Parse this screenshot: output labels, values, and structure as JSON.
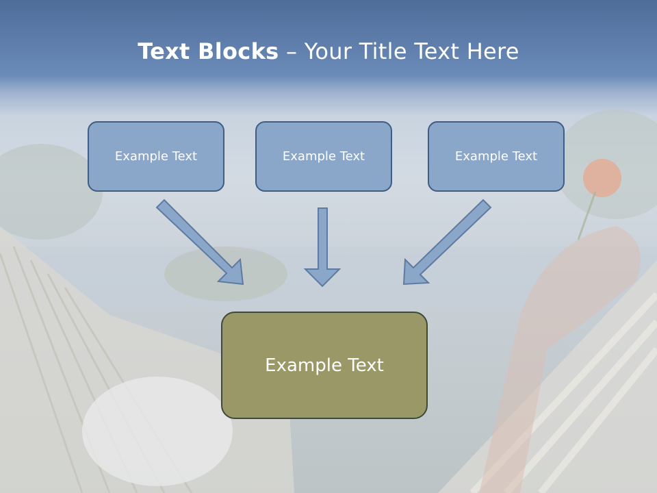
{
  "slide": {
    "title_bold": "Text Blocks",
    "title_dash": " – ",
    "title_rest": "Your Title Text Here"
  },
  "blocks": [
    {
      "label": "Example Text"
    },
    {
      "label": "Example Text"
    },
    {
      "label": "Example Text"
    }
  ],
  "center_block": {
    "label": "Example Text"
  },
  "colors": {
    "header_bg": "#5f7fae",
    "block_fill": "#8aa6c9",
    "block_border": "#3e5c86",
    "center_fill": "#999866",
    "arrow_fill": "#8aa6c9"
  }
}
